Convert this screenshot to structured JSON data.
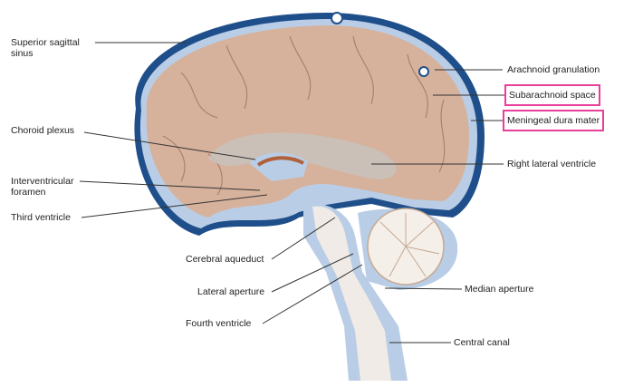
{
  "colors": {
    "highlight": "#e8409a",
    "dura": "#1f4f8a",
    "csf": "#b9cde6",
    "brain": "#d6b29c",
    "cerebellum": "#f4efe8"
  },
  "labels": {
    "superior_sagittal_sinus": [
      "Superior sagittal",
      "sinus"
    ],
    "arachnoid_granulation": "Arachnoid granulation",
    "subarachnoid_space": "Subarachnoid space",
    "meningeal_dura_mater": "Meningeal dura mater",
    "choroid_plexus": "Choroid plexus",
    "right_lateral_ventricle": "Right lateral ventricle",
    "interventricular_foramen": [
      "Interventricular",
      "foramen"
    ],
    "third_ventricle": "Third ventricle",
    "cerebral_aqueduct": "Cerebral aqueduct",
    "lateral_aperture": "Lateral aperture",
    "fourth_ventricle": "Fourth ventricle",
    "median_aperture": "Median aperture",
    "central_canal": "Central canal"
  }
}
